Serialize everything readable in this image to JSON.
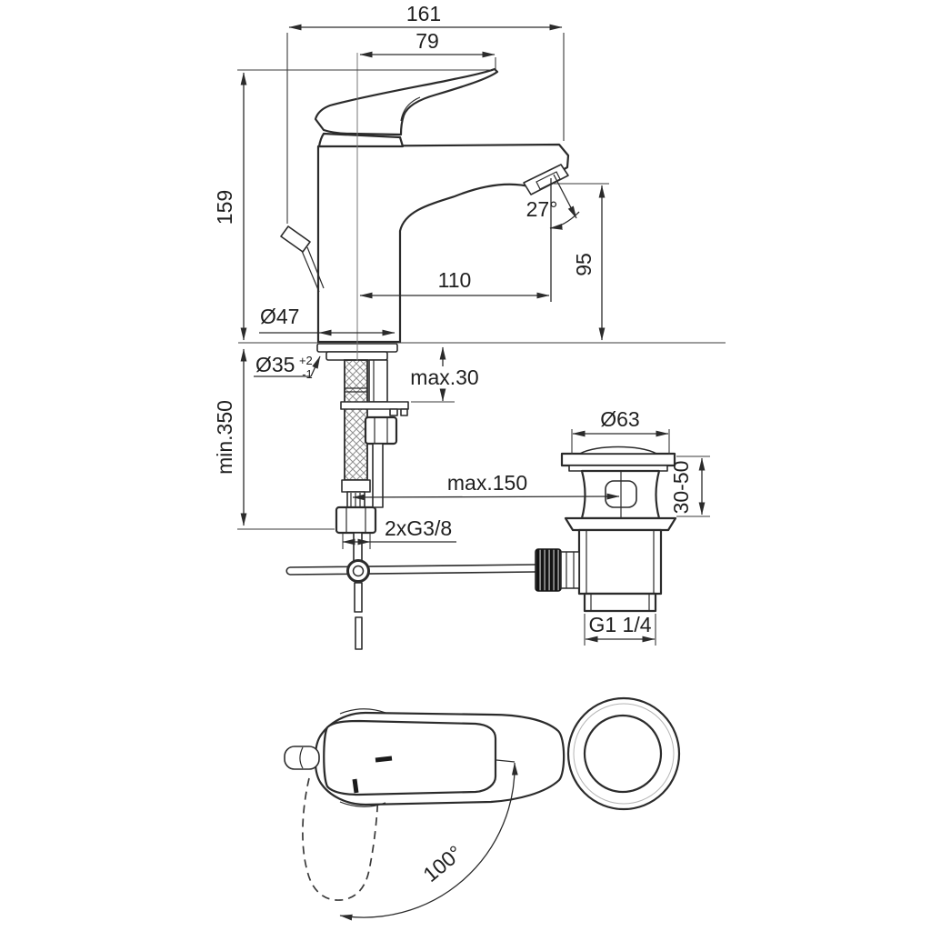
{
  "drawing": {
    "title": "Single-lever basin mixer tap - dimensional technical drawing",
    "views": [
      "side elevation with supply hose and pop-up rod",
      "pop-up waste drain detail",
      "top plan view with handle swivel arc"
    ],
    "line_color": "#2b2b2b",
    "background_color": "#ffffff"
  },
  "dimensions": {
    "overall_depth": "161",
    "handle_reach": "79",
    "total_height": "159",
    "spout_angle": "27°",
    "outlet_height": "95",
    "spout_reach": "110",
    "base_diameter": "Ø47",
    "hole_diameter": "Ø35",
    "hole_tol_plus": "+2",
    "hole_tol_minus": "-1",
    "deck_thickness": "max.30",
    "hose_length": "min.350",
    "rod_length": "max.150",
    "supply_thread": "2xG3/8",
    "waste_flange_diameter": "Ø63",
    "waste_height_range": "30-50",
    "waste_thread": "G1 1/4",
    "handle_swivel_angle": "100°"
  }
}
